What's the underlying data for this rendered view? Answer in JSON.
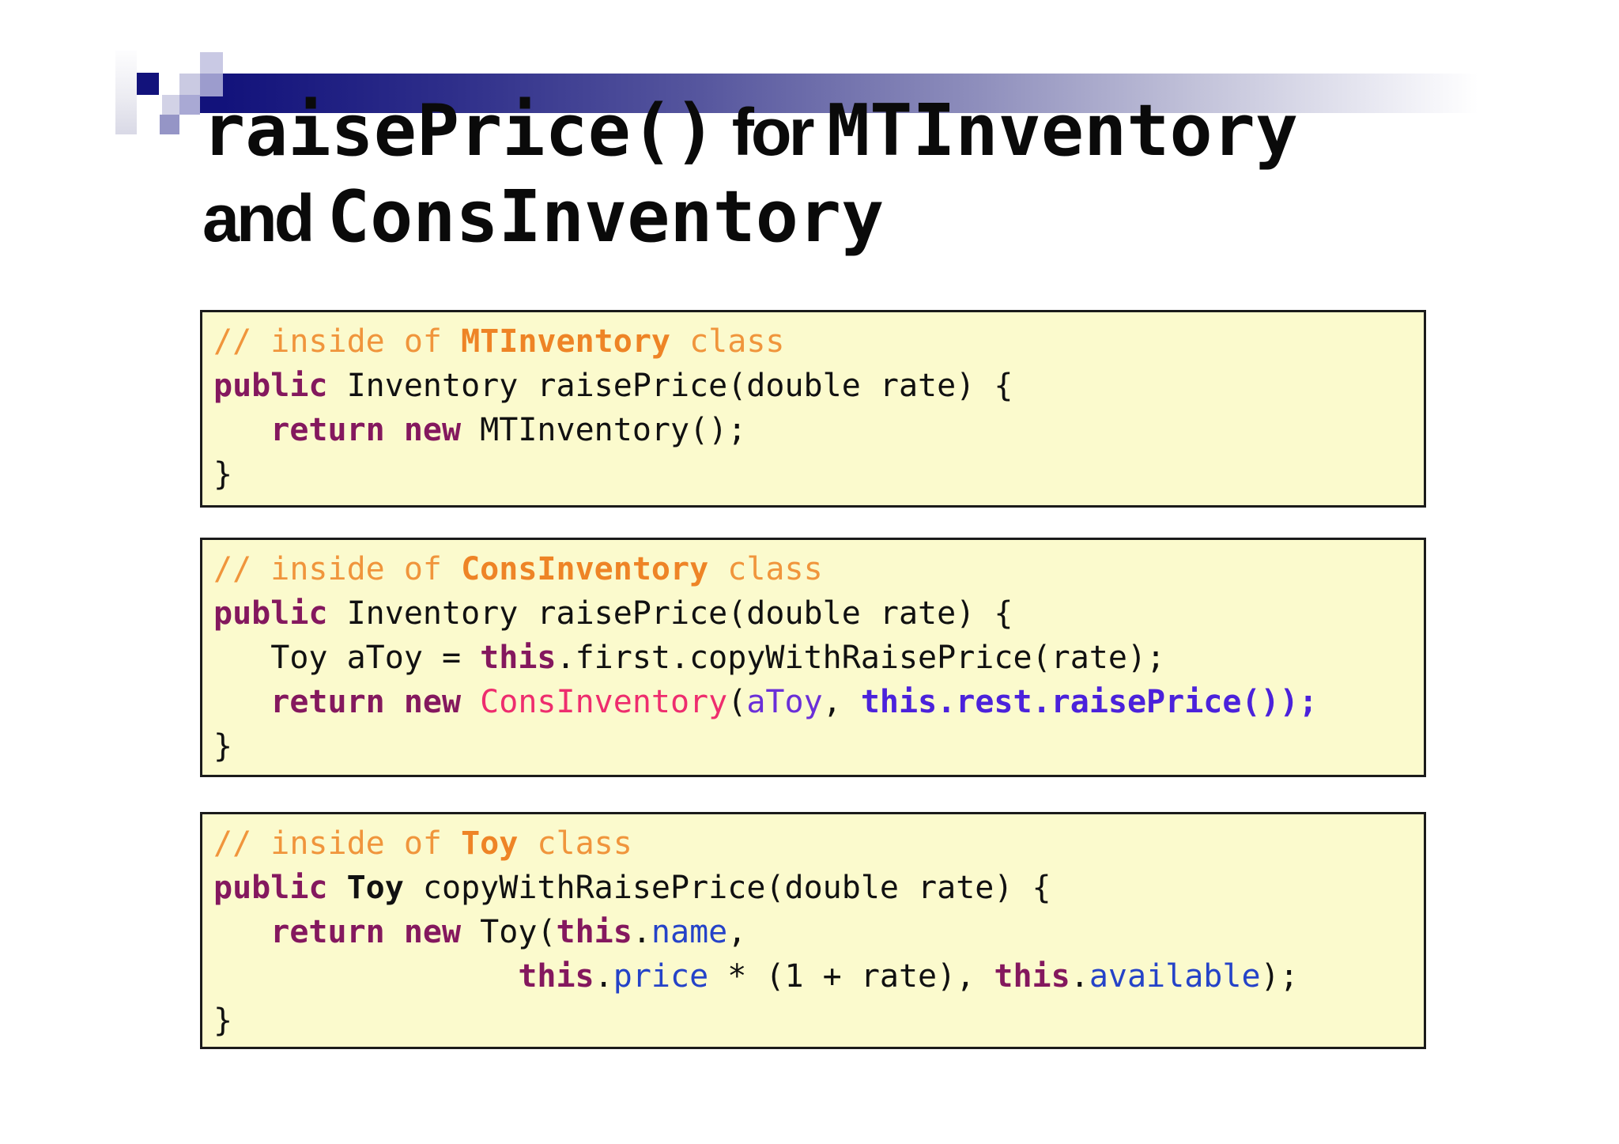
{
  "slide": {
    "colors": {
      "navy": "#12127b",
      "box_bg": "#fbfacd",
      "box_border": "#1b1b1b",
      "comment_orange": "#f0953c",
      "comment_orange_bold": "#ee8426",
      "keyword_purple": "#84185e",
      "class_pink": "#ee2d6e",
      "var_violet": "#6a2fd8",
      "expr_blueviolet": "#4b22db",
      "field_blue": "#2543c8",
      "title_black": "#0a0a0a"
    },
    "title_lines": [
      [
        {
          "s": "mono",
          "t": "raisePrice()"
        },
        {
          "s": "sans",
          "t": " for "
        },
        {
          "s": "mono",
          "t": "MTInventory"
        }
      ],
      [
        {
          "s": "sans",
          "t": "and "
        },
        {
          "s": "mono",
          "t": "ConsInventory"
        }
      ]
    ],
    "boxes": [
      {
        "name": "mtinventory-code-box",
        "lines": [
          [
            {
              "s": "cmt",
              "t": "// inside of "
            },
            {
              "s": "cmtb",
              "t": "MTInventory"
            },
            {
              "s": "cmt",
              "t": " class"
            }
          ],
          [
            {
              "s": "kw",
              "t": "public"
            },
            {
              "s": "blk",
              "t": " Inventory raisePrice(double rate) {"
            }
          ],
          [
            {
              "s": "blk",
              "t": "   "
            },
            {
              "s": "kw",
              "t": "return new"
            },
            {
              "s": "blk",
              "t": " MTInventory();"
            }
          ],
          [
            {
              "s": "blk",
              "t": "}"
            }
          ]
        ]
      },
      {
        "name": "consinventory-code-box",
        "lines": [
          [
            {
              "s": "cmt",
              "t": "// inside of "
            },
            {
              "s": "cmtb",
              "t": "ConsInventory"
            },
            {
              "s": "cmt",
              "t": " class"
            }
          ],
          [
            {
              "s": "kw",
              "t": "public"
            },
            {
              "s": "blk",
              "t": " Inventory raisePrice(double rate) {"
            }
          ],
          [
            {
              "s": "blk",
              "t": "   Toy aToy = "
            },
            {
              "s": "kw",
              "t": "this"
            },
            {
              "s": "blk",
              "t": ".first.copyWithRaisePrice(rate);"
            }
          ],
          [
            {
              "s": "blk",
              "t": "   "
            },
            {
              "s": "kw",
              "t": "return new "
            },
            {
              "s": "pink",
              "t": "ConsInventory"
            },
            {
              "s": "blk",
              "t": "("
            },
            {
              "s": "vio",
              "t": "aToy"
            },
            {
              "s": "blk",
              "t": ", "
            },
            {
              "s": "viob",
              "t": "this.rest.raisePrice());"
            }
          ],
          [
            {
              "s": "blk",
              "t": "}"
            }
          ]
        ]
      },
      {
        "name": "toy-code-box",
        "lines": [
          [
            {
              "s": "cmt",
              "t": "// inside of "
            },
            {
              "s": "cmtb",
              "t": "Toy"
            },
            {
              "s": "cmt",
              "t": " class"
            }
          ],
          [
            {
              "s": "kw",
              "t": "public"
            },
            {
              "s": "blk",
              "t": " "
            },
            {
              "s": "blkb",
              "t": "Toy"
            },
            {
              "s": "blk",
              "t": " copyWithRaisePrice(double rate) {"
            }
          ],
          [
            {
              "s": "blk",
              "t": "   "
            },
            {
              "s": "kw",
              "t": "return new"
            },
            {
              "s": "blk",
              "t": " Toy("
            },
            {
              "s": "kw",
              "t": "this"
            },
            {
              "s": "blk",
              "t": "."
            },
            {
              "s": "blu",
              "t": "name"
            },
            {
              "s": "blk",
              "t": ","
            }
          ],
          [
            {
              "s": "blk",
              "t": "                "
            },
            {
              "s": "kw",
              "t": "this"
            },
            {
              "s": "blk",
              "t": "."
            },
            {
              "s": "blu",
              "t": "price"
            },
            {
              "s": "blk",
              "t": " * (1 + rate), "
            },
            {
              "s": "kw",
              "t": "this"
            },
            {
              "s": "blk",
              "t": "."
            },
            {
              "s": "blu",
              "t": "available"
            },
            {
              "s": "blk",
              "t": ");"
            }
          ],
          [
            {
              "s": "blk",
              "t": "}"
            }
          ]
        ]
      }
    ]
  }
}
